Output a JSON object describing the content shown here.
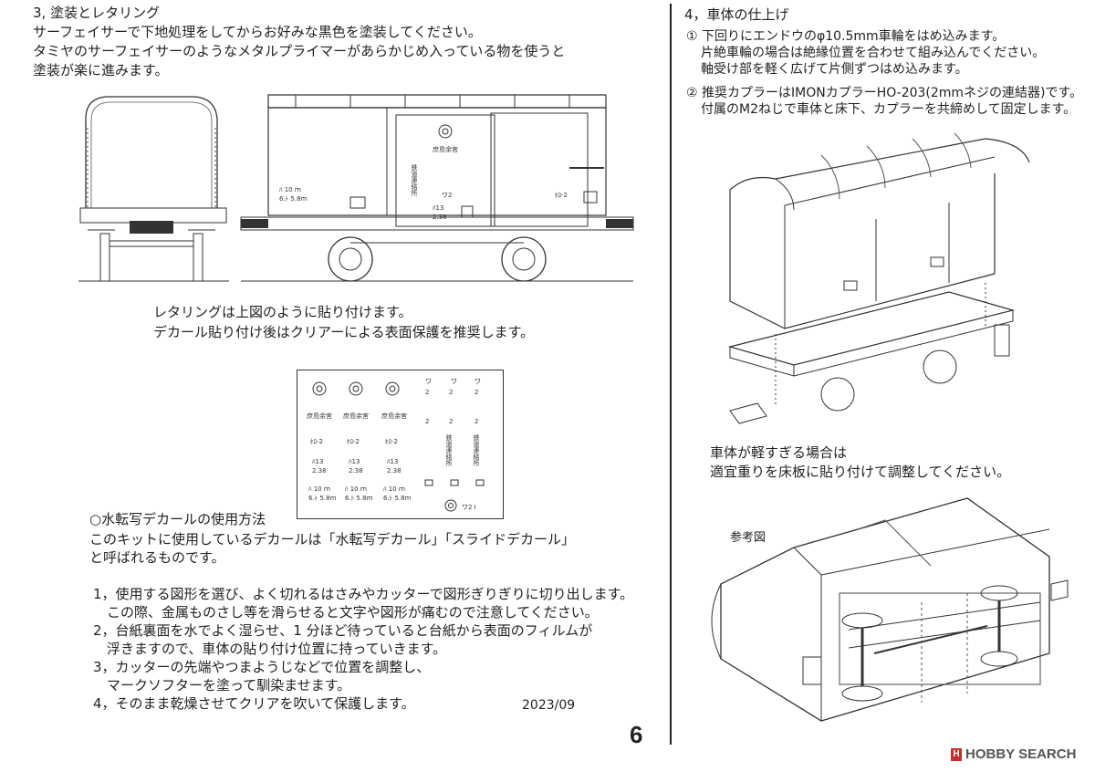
{
  "left": {
    "heading": "3, 塗装とレタリング",
    "intro": [
      "サーフェイサーで下地処理をしてからお好みな黒色を塗装してください。",
      "タミヤのサーフェイサーのようなメタルプライマーがあらかじめ入っている物を使うと",
      "塗装が楽に進みます。"
    ],
    "caption": [
      "レタリングは上図のように貼り付けます。",
      "デカール貼り付け後はクリアーによる表面保護を推奨します。"
    ],
    "decal_sheet": {
      "kanji": [
        "庶島余宮",
        "庶島余宮",
        "庶島余宮"
      ],
      "side_small": [
        "ﾜ2",
        "ﾜ2",
        "ﾜ2"
      ],
      "vertical": [
        "鉄道連絡所",
        "鉄道連絡所"
      ],
      "row_a": [
        "ﾎﾛ-2",
        "ﾎﾛ-2",
        "ﾎﾛ-2"
      ],
      "row_b": [
        "ﾊ13",
        "ﾊ13",
        "ﾊ13"
      ],
      "row_c": [
        "2.38",
        "2.38",
        "2.38"
      ],
      "row_d": [
        "ﾊ 10 ｍ",
        "ﾊ 10 ｍ",
        "ﾊ 10 ｍ"
      ],
      "row_e": [
        "6.ﾄ 5.8ｍ",
        "6.ﾄ 5.8ｍ",
        "6.ﾄ 5.8ｍ"
      ],
      "num": [
        "2",
        "2",
        "2",
        "2",
        "2",
        "2"
      ],
      "ワ_label": [
        "ワ",
        "ワ",
        "ワ"
      ],
      "bottom_code": "ワ2 I"
    },
    "howto_title": "○水転写デカールの使用方法",
    "howto_intro": [
      "このキットに使用しているデカールは「水転写デカール」「スライドデカール」",
      "と呼ばれるものです。"
    ],
    "steps": [
      "1，使用する図形を選び、よく切れるはさみやカッターで図形ぎりぎりに切り出します。",
      "　この際、金属ものさし等を滑らせると文字や図形が痛むので注意してください。",
      "2，台紙裏面を水でよく湿らせ、1 分ほど待っていると台紙から表面のフィルムが",
      "　浮きますので、車体の貼り付け位置に持っていきます。",
      "3，カッターの先端やつまようじなどで位置を調整し、",
      "　マークソフターを塗って馴染ませます。",
      "4，そのまま乾燥させてクリアを吹いて保護します。"
    ],
    "date": "2023/09",
    "wagon_side": {
      "kanji": "庶島余宮",
      "vertical": "鉄道連絡所",
      "code": "ワ2",
      "spec_a": "ﾊ 10 ｍ",
      "spec_b": "6.ﾄ 5.8ｍ",
      "spec_c": "ﾊ13",
      "spec_d": "2.38",
      "spec_e": "ﾎﾛ-2"
    }
  },
  "right": {
    "heading": "4，車体の仕上げ",
    "note1": [
      "① 下回りにエンドウのφ10.5mm車輪をはめ込みます。",
      "片絶車輪の場合は絶縁位置を合わせて組み込んでください。",
      "軸受け部を軽く広げて片側ずつはめ込みます。"
    ],
    "note2": [
      "② 推奨カプラーはIMONカプラーHO-203(2mmネジの連結器)です。",
      "付属のM2ねじで車体と床下、カプラーを共締めして固定します。"
    ],
    "weight_note": [
      "車体が軽すぎる場合は",
      "適宜重りを床板に貼り付けて調整してください。"
    ],
    "reference_label": "参考図"
  },
  "page_number": "6",
  "watermark": "HOBBY SEARCH"
}
